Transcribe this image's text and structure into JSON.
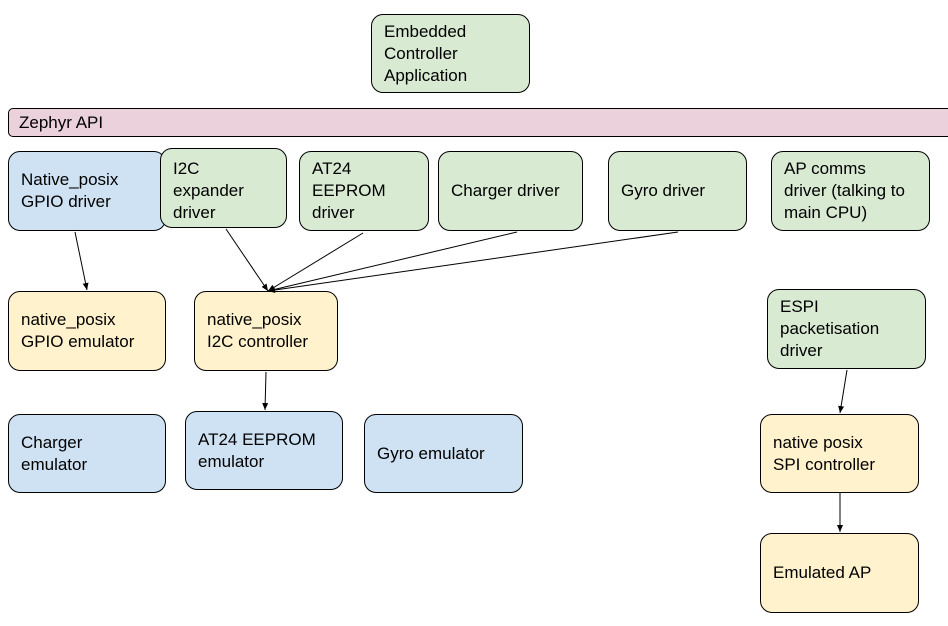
{
  "colors": {
    "driver_blue": "#cfe2f3",
    "driver_green": "#d9ead3",
    "emulator_yellow": "#fff2cc",
    "api_pink": "#ead1dc"
  },
  "app": "Embedded\nController\nApplication",
  "api": "Zephyr API",
  "drivers": {
    "gpio": "Native_posix\nGPIO driver",
    "i2c_expander": "I2C\nexpander\ndriver",
    "at24": "AT24\nEEPROM\ndriver",
    "charger": "Charger driver",
    "gyro": "Gyro driver",
    "ap_comms": "AP comms\ndriver (talking to\nmain CPU)",
    "espi": "ESPI\npacketisation\ndriver"
  },
  "controllers": {
    "gpio_emulator": "native_posix\nGPIO emulator",
    "i2c_controller": "native_posix\nI2C controller",
    "spi_controller": "native posix\nSPI controller"
  },
  "emulators": {
    "charger": "Charger\nemulator",
    "at24": "AT24 EEPROM\nemulator",
    "gyro": "Gyro emulator",
    "ap": "Emulated AP"
  }
}
